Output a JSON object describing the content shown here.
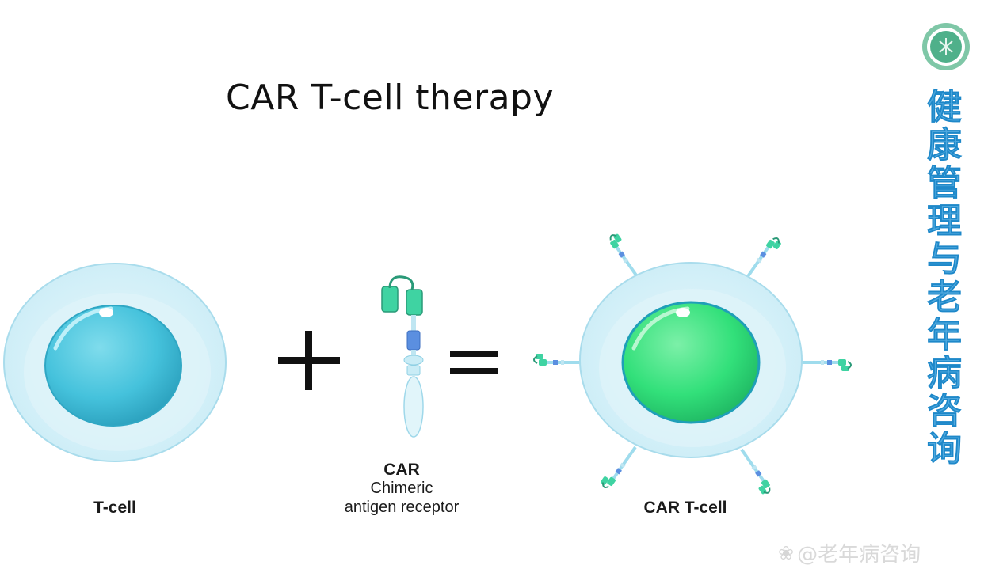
{
  "title": "CAR T-cell therapy",
  "labels": {
    "tcell": "T-cell",
    "car": "CAR",
    "car_line1": "Chimeric",
    "car_line2": "antigen receptor",
    "car_tcell": "CAR T-cell"
  },
  "operators": {
    "plus": "+",
    "equals": "="
  },
  "side_banner": [
    "健",
    "康",
    "管",
    "理",
    "与",
    "老",
    "年",
    "病",
    "咨",
    "询"
  ],
  "watermark": "@老年病咨询",
  "colors": {
    "cell_membrane": "#d7f1f8",
    "tcell_nucleus": "#45c2dc",
    "car_nucleus": "#32e07a",
    "receptor_green": "#3fd3a2",
    "receptor_blue": "#5b8fe0",
    "banner_blue": "#4ea8de"
  }
}
